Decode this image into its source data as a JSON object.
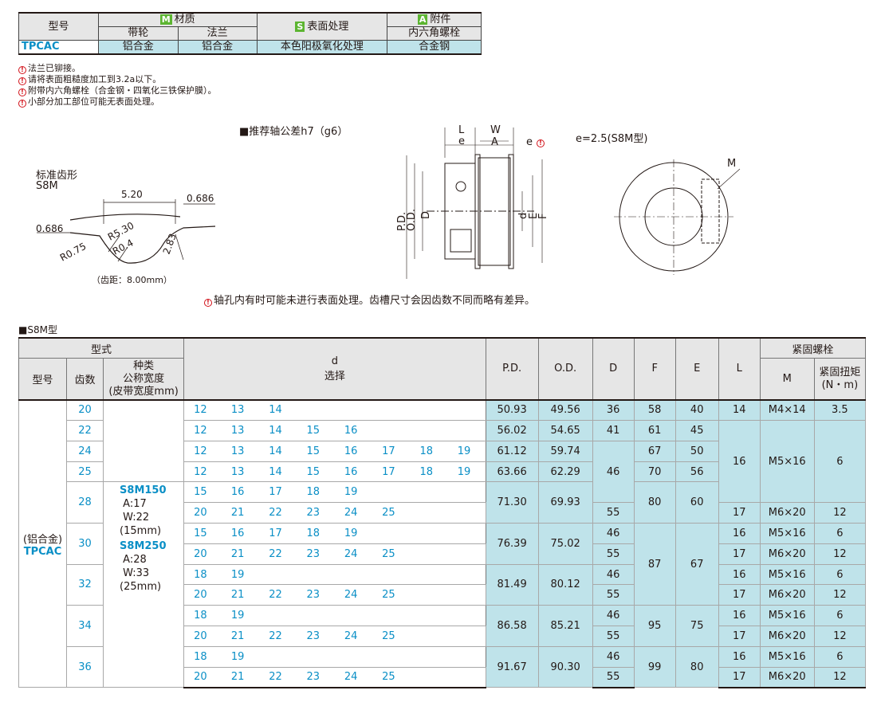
{
  "top_table": {
    "headers": {
      "model": "型号",
      "material": "材质",
      "wheel": "带轮",
      "flange": "法兰",
      "surface": "表面处理",
      "attachment": "附件",
      "attachment2": "内六角螺栓",
      "m": "M",
      "s": "S",
      "a": "A"
    },
    "row": {
      "model": "TPCAC",
      "wheel": "铝合金",
      "flange": "铝合金",
      "surface": "本色阳极氧化处理",
      "attachment": "合金钢"
    }
  },
  "notes": [
    "法兰已铆接。",
    "请将表面粗糙度加工到3.2a以下。",
    "附带内六角螺栓（合金钢・四氧化三铁保护膜）。",
    "小部分加工部位可能无表面处理。"
  ],
  "tolerance": "■推荐轴公差h7（g6）",
  "tooth": {
    "title": "标准齿形",
    "type": "S8M",
    "pitch_label": "5.20",
    "v1": "0.686",
    "v2": "0.686",
    "r1": "R5.30",
    "r2": "R0.4",
    "r3": "R0.75",
    "depth": "2.83",
    "pitch_note": "（齿距：8.00mm）"
  },
  "drawing": {
    "L": "L",
    "W": "W",
    "e": "e",
    "A": "A",
    "PD": "P.D.",
    "OD": "O.D.",
    "D": "D",
    "d": "d",
    "E": "E",
    "F": "F",
    "M": "M",
    "e_note": "e=2.5(S8M型)"
  },
  "bore_note": "轴孔内有时可能未进行表面处理。齿槽尺寸会因齿数不同而略有差异。",
  "section_title": "■S8M型",
  "main_table": {
    "h_type": "型式",
    "h_model": "型号",
    "h_teeth": "齿数",
    "h_kind": "种类",
    "h_kind2": "公称宽度",
    "h_kind3": "(皮带宽度mm)",
    "h_d": "d",
    "h_d2": "选择",
    "h_pd": "P.D.",
    "h_od": "O.D.",
    "h_D": "D",
    "h_F": "F",
    "h_E": "E",
    "h_L": "L",
    "h_bolt": "紧固螺栓",
    "h_M": "M",
    "h_torque": "紧固扭矩",
    "h_torque2": "(N・m)",
    "model1": "(铝合金)",
    "model2": "TPCAC",
    "kind": {
      "a": "S8M150",
      "a1": "A:17",
      "a2": "W:22",
      "a3": "(15mm)",
      "b": "S8M250",
      "b1": "A:28",
      "b2": "W:33",
      "b3": "(25mm)"
    }
  }
}
